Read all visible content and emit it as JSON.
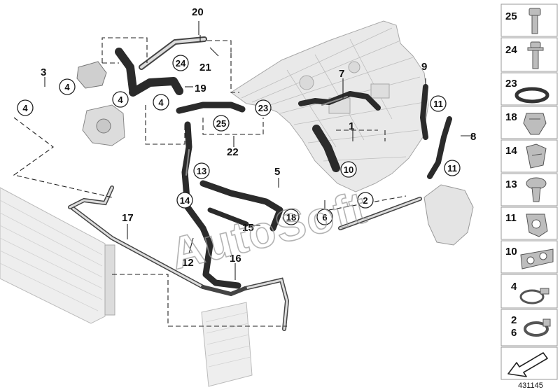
{
  "diagram": {
    "part_numbers": {
      "p1": "1",
      "p2": "2",
      "p3": "3",
      "p4a": "4",
      "p4b": "4",
      "p4c": "4",
      "p4d": "4",
      "p5": "5",
      "p6": "6",
      "p7": "7",
      "p8": "8",
      "p9": "9",
      "p10": "10",
      "p11a": "11",
      "p11b": "11",
      "p12": "12",
      "p13": "13",
      "p14": "14",
      "p15": "15",
      "p16": "16",
      "p17": "17",
      "p18": "18",
      "p19": "19",
      "p20": "20",
      "p21": "21",
      "p22": "22",
      "p23": "23",
      "p24": "24",
      "p25": "25"
    },
    "watermark": "AutoSoft",
    "reference_number": "431145"
  },
  "legend": {
    "items": [
      {
        "label": "25",
        "icon": "bolt-icon"
      },
      {
        "label": "24",
        "icon": "bolt-with-washer-icon"
      },
      {
        "label": "23",
        "icon": "sealing-ring-icon"
      },
      {
        "label": "18",
        "icon": "clip-icon"
      },
      {
        "label": "14",
        "icon": "clip-icon"
      },
      {
        "label": "13",
        "icon": "expanding-rivet-icon"
      },
      {
        "label": "11",
        "icon": "holder-icon"
      },
      {
        "label": "10",
        "icon": "holder-icon"
      },
      {
        "label": "4",
        "icon": "hose-clamp-icon"
      },
      {
        "label": "2\n6",
        "icon": "hose-clamp-icon"
      },
      {
        "label": "",
        "icon": "arrow-down-left-icon"
      }
    ]
  }
}
